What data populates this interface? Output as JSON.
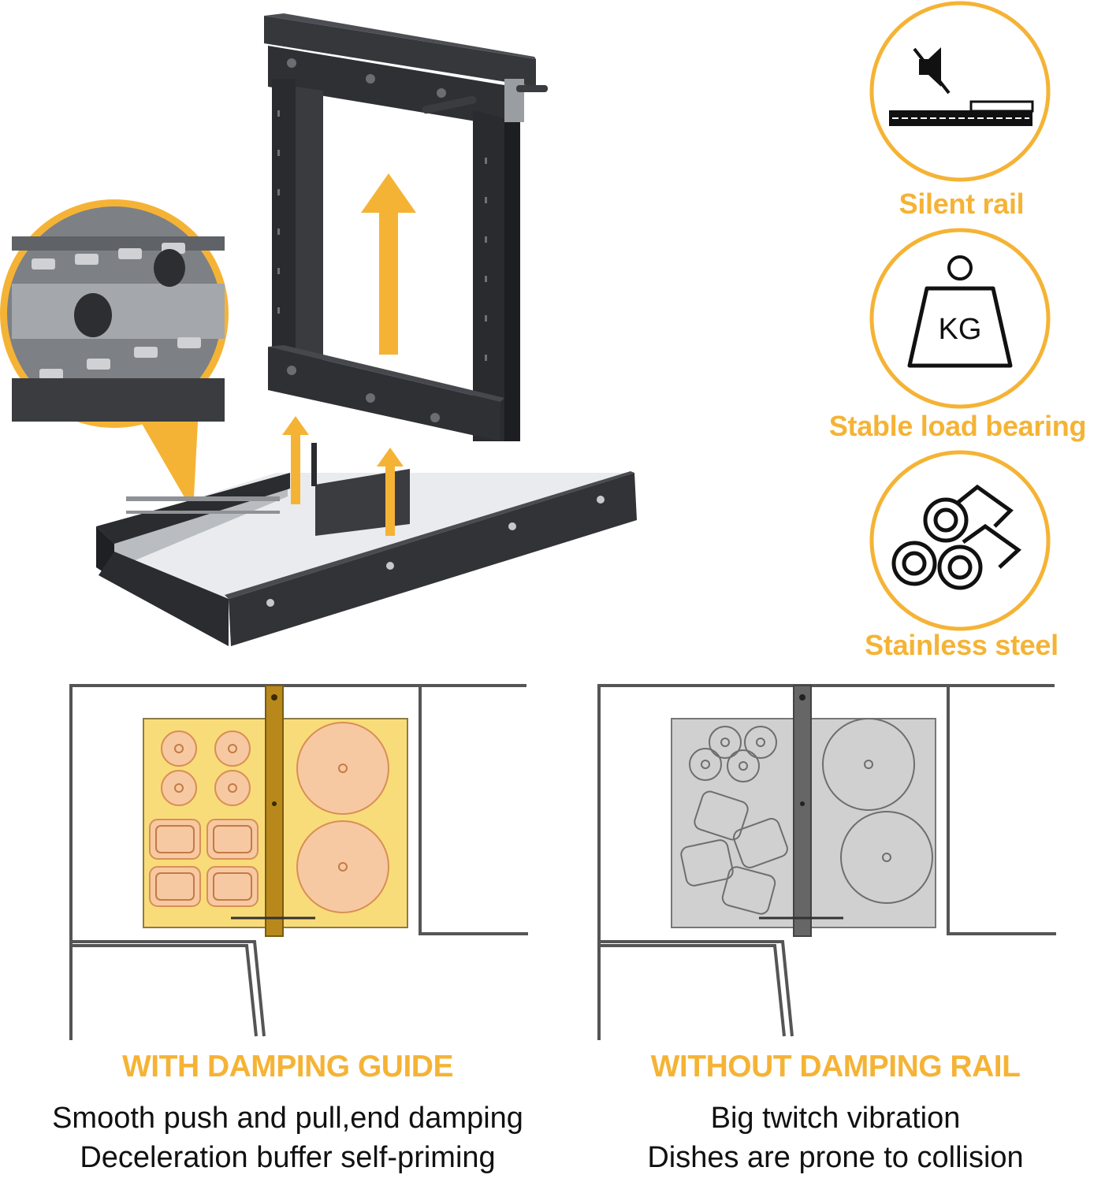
{
  "colors": {
    "accent": "#f5b335",
    "frame_dark": "#2a2b2e",
    "tray_yellow": "#f9dc7a",
    "dish_peach": "#f7c9a2",
    "tray_gray": "#d0d0d0",
    "rail_gold": "#b8891a"
  },
  "features": [
    {
      "icon": "mute-speaker-rail-icon",
      "label": "Silent rail"
    },
    {
      "icon": "kg-weight-icon",
      "label": "Stable load bearing"
    },
    {
      "icon": "steel-rolls-icon",
      "label": "Stainless steel"
    }
  ],
  "weight_icon_text": "KG",
  "panels": {
    "with": {
      "title": "WITH DAMPING GUIDE",
      "line1": "Smooth push and pull,end damping",
      "line2": "Deceleration buffer self-priming"
    },
    "without": {
      "title": "WITHOUT DAMPING RAIL",
      "line1": "Big twitch vibration",
      "line2": "Dishes are prone to collision"
    }
  }
}
